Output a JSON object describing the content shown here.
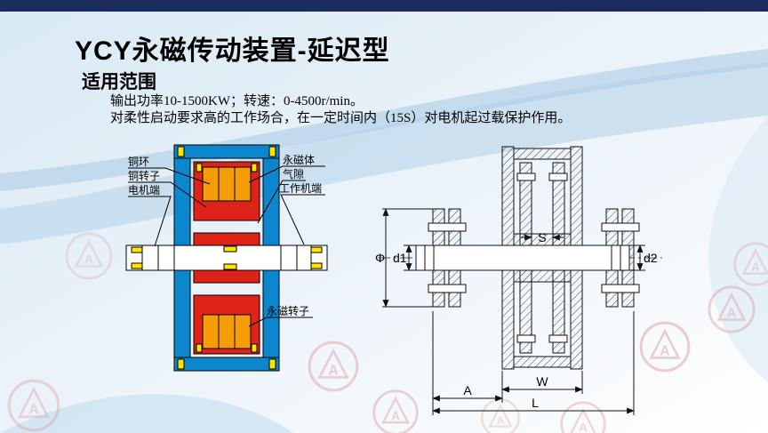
{
  "page": {
    "title": "YCY永磁传动装置-延迟型",
    "section_heading": "适用范围",
    "spec_line": "输出功率10-1500KW；转速：0-4500r/min。",
    "feature_line": "对柔性启动要求高的工作场合，在一定时间内（15S）对电机起过载保护作用。",
    "banner_color": "#1b2b5e"
  },
  "coupling_illustration": {
    "labels": {
      "copper_ring": "铜环",
      "copper_rotor": "铜转子",
      "motor_end": "电机端",
      "permanent_magnet": "永磁体",
      "air_gap": "气隙",
      "work_machine_end": "工作机端",
      "magnet_rotor": "永磁转子"
    },
    "colors": {
      "housing_blue": "#0c86cd",
      "rotor_red": "#e02318",
      "magnet_orange": "#f59c07",
      "bolt_yellow": "#ffe400"
    }
  },
  "dimension_drawing": {
    "labels": {
      "phi": "Φ",
      "d1": "d1",
      "s": "S",
      "d2": "d2",
      "a": "A",
      "w": "W",
      "l": "L"
    }
  },
  "watermark": {
    "letter": "A"
  }
}
